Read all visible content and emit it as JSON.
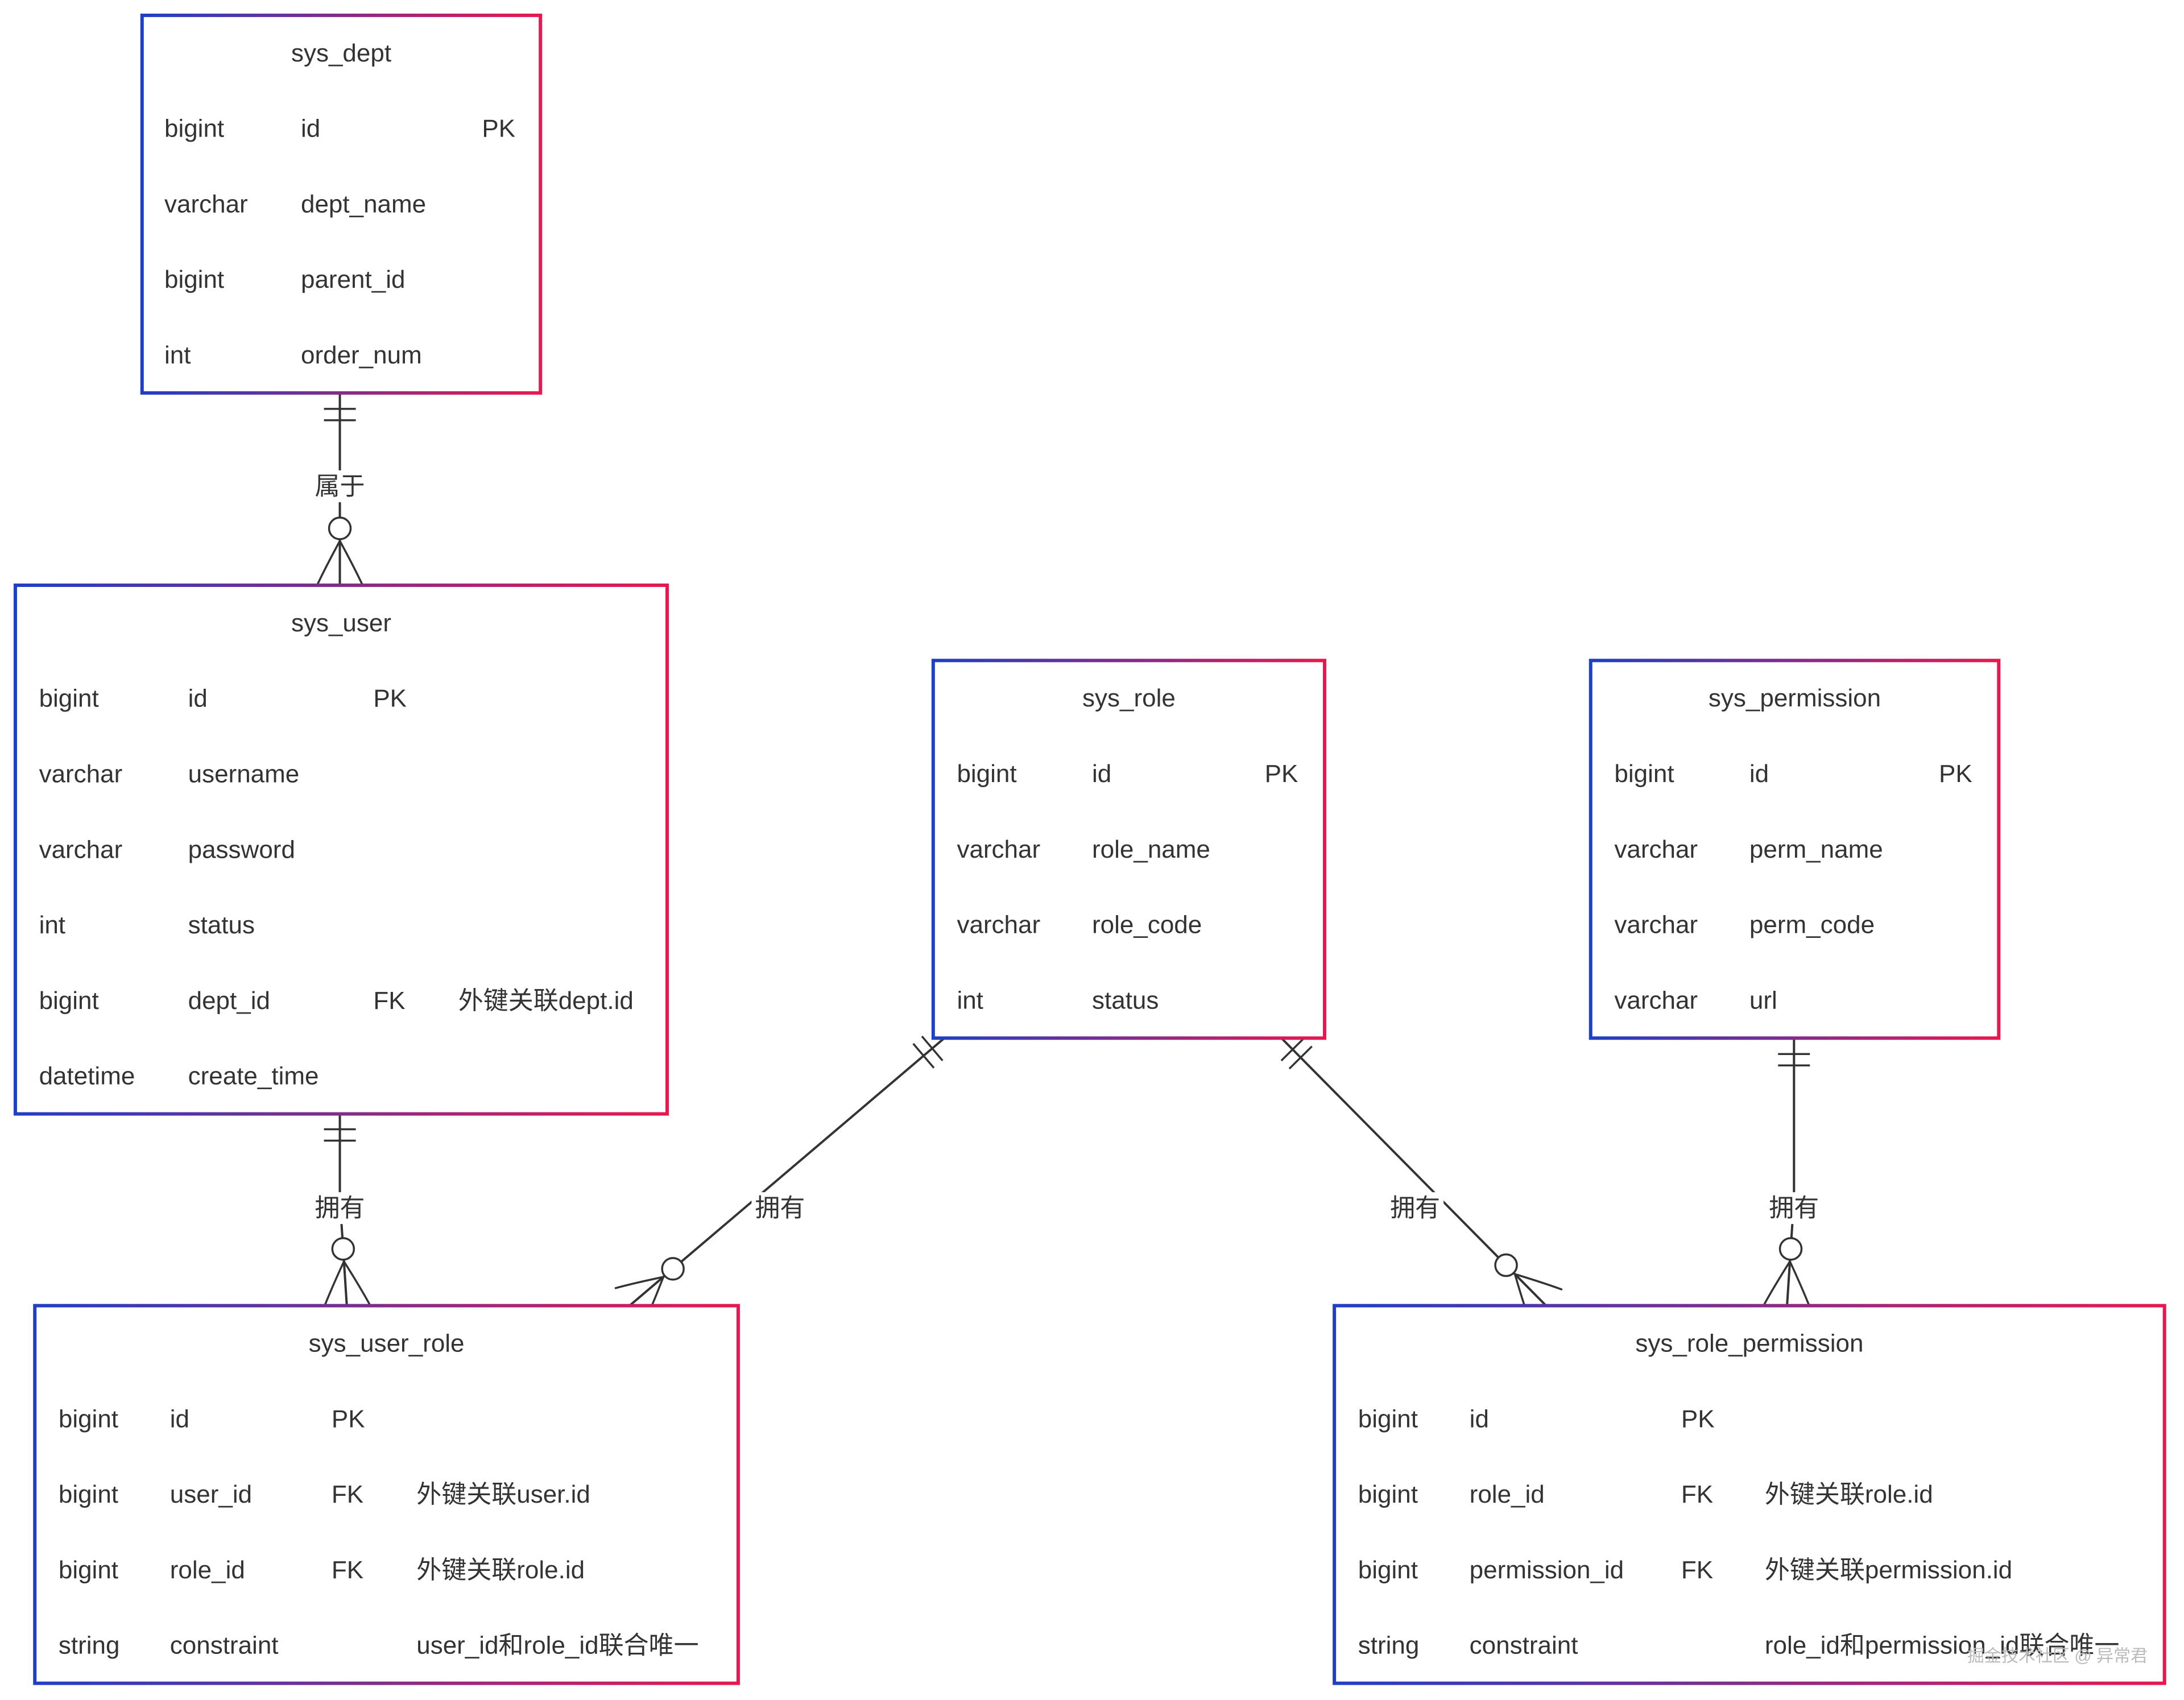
{
  "colors": {
    "border_start": "#1f3fc4",
    "border_end": "#e8184f",
    "line": "#333333",
    "text": "#333333"
  },
  "entities": [
    {
      "key": "sys_dept",
      "name": "sys_dept",
      "attributes": [
        {
          "type": "bigint",
          "name": "id",
          "key": "PK",
          "comment": ""
        },
        {
          "type": "varchar",
          "name": "dept_name",
          "key": "",
          "comment": ""
        },
        {
          "type": "bigint",
          "name": "parent_id",
          "key": "",
          "comment": ""
        },
        {
          "type": "int",
          "name": "order_num",
          "key": "",
          "comment": ""
        }
      ]
    },
    {
      "key": "sys_user",
      "name": "sys_user",
      "attributes": [
        {
          "type": "bigint",
          "name": "id",
          "key": "PK",
          "comment": ""
        },
        {
          "type": "varchar",
          "name": "username",
          "key": "",
          "comment": ""
        },
        {
          "type": "varchar",
          "name": "password",
          "key": "",
          "comment": ""
        },
        {
          "type": "int",
          "name": "status",
          "key": "",
          "comment": ""
        },
        {
          "type": "bigint",
          "name": "dept_id",
          "key": "FK",
          "comment": "外键关联dept.id"
        },
        {
          "type": "datetime",
          "name": "create_time",
          "key": "",
          "comment": ""
        }
      ]
    },
    {
      "key": "sys_role",
      "name": "sys_role",
      "attributes": [
        {
          "type": "bigint",
          "name": "id",
          "key": "PK",
          "comment": ""
        },
        {
          "type": "varchar",
          "name": "role_name",
          "key": "",
          "comment": ""
        },
        {
          "type": "varchar",
          "name": "role_code",
          "key": "",
          "comment": ""
        },
        {
          "type": "int",
          "name": "status",
          "key": "",
          "comment": ""
        }
      ]
    },
    {
      "key": "sys_permission",
      "name": "sys_permission",
      "attributes": [
        {
          "type": "bigint",
          "name": "id",
          "key": "PK",
          "comment": ""
        },
        {
          "type": "varchar",
          "name": "perm_name",
          "key": "",
          "comment": ""
        },
        {
          "type": "varchar",
          "name": "perm_code",
          "key": "",
          "comment": ""
        },
        {
          "type": "varchar",
          "name": "url",
          "key": "",
          "comment": ""
        }
      ]
    },
    {
      "key": "sys_user_role",
      "name": "sys_user_role",
      "attributes": [
        {
          "type": "bigint",
          "name": "id",
          "key": "PK",
          "comment": ""
        },
        {
          "type": "bigint",
          "name": "user_id",
          "key": "FK",
          "comment": "外键关联user.id"
        },
        {
          "type": "bigint",
          "name": "role_id",
          "key": "FK",
          "comment": "外键关联role.id"
        },
        {
          "type": "string",
          "name": "constraint",
          "key": "",
          "comment": "user_id和role_id联合唯一"
        }
      ]
    },
    {
      "key": "sys_role_permission",
      "name": "sys_role_permission",
      "attributes": [
        {
          "type": "bigint",
          "name": "id",
          "key": "PK",
          "comment": ""
        },
        {
          "type": "bigint",
          "name": "role_id",
          "key": "FK",
          "comment": "外键关联role.id"
        },
        {
          "type": "bigint",
          "name": "permission_id",
          "key": "FK",
          "comment": "外键关联permission.id"
        },
        {
          "type": "string",
          "name": "constraint",
          "key": "",
          "comment": "role_id和permission_id联合唯一"
        }
      ]
    }
  ],
  "relationships": [
    {
      "key": "dept-user",
      "from": "sys_dept",
      "to": "sys_user",
      "label": "属于",
      "from_cardinality": "exactly-one",
      "to_cardinality": "zero-or-more"
    },
    {
      "key": "user-userrole",
      "from": "sys_user",
      "to": "sys_user_role",
      "label": "拥有",
      "from_cardinality": "exactly-one",
      "to_cardinality": "zero-or-more"
    },
    {
      "key": "role-userrole",
      "from": "sys_role",
      "to": "sys_user_role",
      "label": "拥有",
      "from_cardinality": "exactly-one",
      "to_cardinality": "zero-or-more"
    },
    {
      "key": "role-rolepermission",
      "from": "sys_role",
      "to": "sys_role_permission",
      "label": "拥有",
      "from_cardinality": "exactly-one",
      "to_cardinality": "zero-or-more"
    },
    {
      "key": "permission-rolepermission",
      "from": "sys_permission",
      "to": "sys_role_permission",
      "label": "拥有",
      "from_cardinality": "exactly-one",
      "to_cardinality": "zero-or-more"
    }
  ],
  "watermark": "掘金技术社区 @ 异常君"
}
